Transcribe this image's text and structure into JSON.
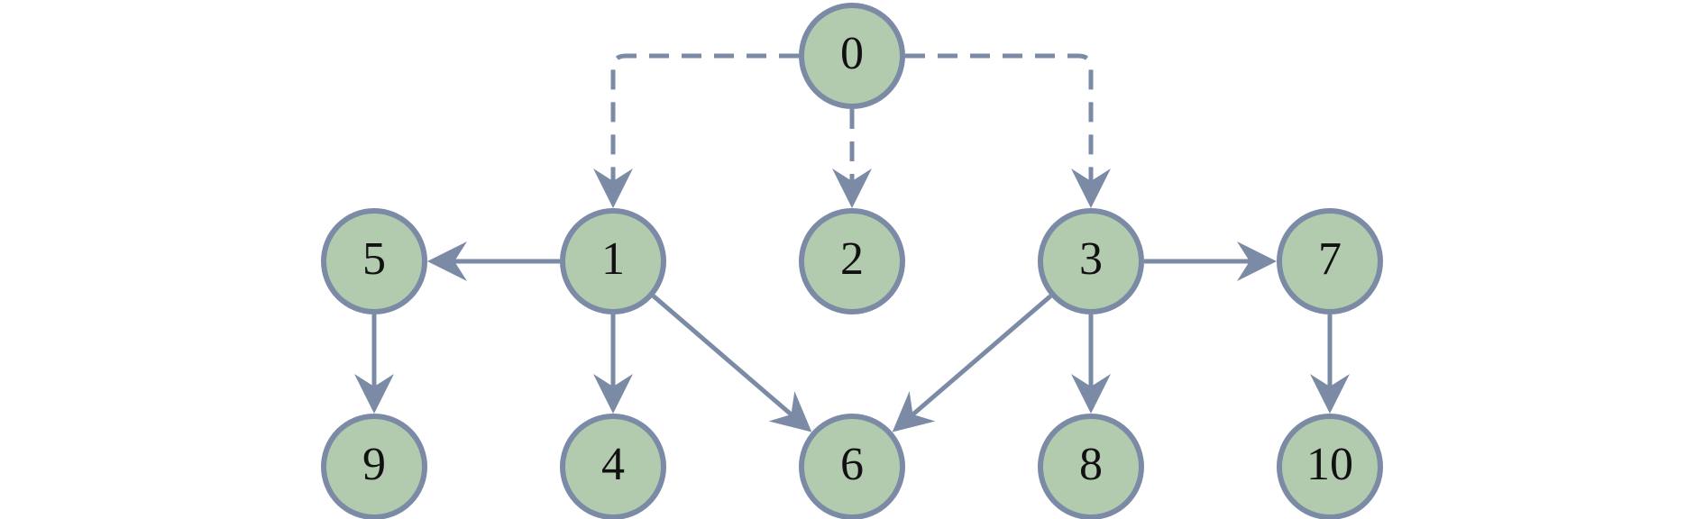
{
  "diagram": {
    "type": "directed-graph",
    "colors": {
      "node_fill": "#b2cbae",
      "node_stroke": "#7b8aa5",
      "edge": "#7b8aa5",
      "label": "#111111",
      "background": "#ffffff"
    },
    "nodes": [
      {
        "id": "0",
        "label": "0"
      },
      {
        "id": "1",
        "label": "1"
      },
      {
        "id": "2",
        "label": "2"
      },
      {
        "id": "3",
        "label": "3"
      },
      {
        "id": "4",
        "label": "4"
      },
      {
        "id": "5",
        "label": "5"
      },
      {
        "id": "6",
        "label": "6"
      },
      {
        "id": "7",
        "label": "7"
      },
      {
        "id": "8",
        "label": "8"
      },
      {
        "id": "9",
        "label": "9"
      },
      {
        "id": "10",
        "label": "10"
      }
    ],
    "edges": [
      {
        "from": "0",
        "to": "1",
        "style": "dashed"
      },
      {
        "from": "0",
        "to": "2",
        "style": "dashed"
      },
      {
        "from": "0",
        "to": "3",
        "style": "dashed"
      },
      {
        "from": "1",
        "to": "5",
        "style": "solid"
      },
      {
        "from": "1",
        "to": "4",
        "style": "solid"
      },
      {
        "from": "1",
        "to": "6",
        "style": "solid"
      },
      {
        "from": "3",
        "to": "6",
        "style": "solid"
      },
      {
        "from": "3",
        "to": "7",
        "style": "solid"
      },
      {
        "from": "3",
        "to": "8",
        "style": "solid"
      },
      {
        "from": "5",
        "to": "9",
        "style": "solid"
      },
      {
        "from": "7",
        "to": "10",
        "style": "solid"
      }
    ]
  }
}
